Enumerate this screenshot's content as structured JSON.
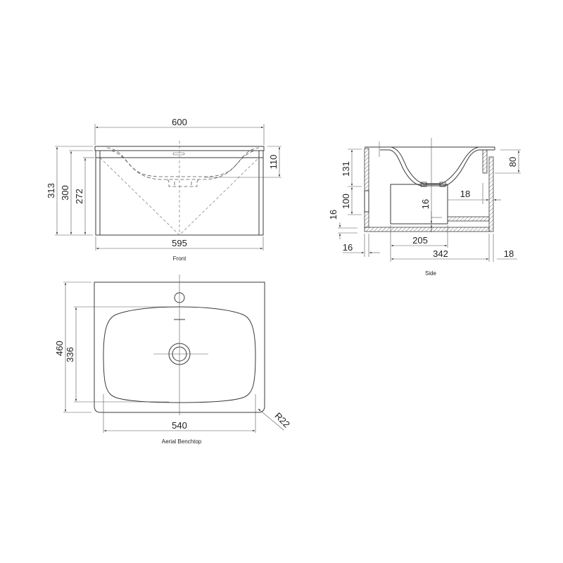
{
  "views": {
    "front": {
      "caption": "Front",
      "dims": {
        "overall_width": "600",
        "cabinet_width": "595",
        "overall_height": "313",
        "cabinet_height": "300",
        "door_height": "272",
        "basin_depth": "110"
      }
    },
    "side": {
      "caption": "Side",
      "dims": {
        "basin_height": "131",
        "drawer_height": "100",
        "base_thickness": "16",
        "back_offset": "16",
        "drawer_depth": "205",
        "cabinet_depth": "342",
        "side_panel": "18",
        "panel_thickness": "18",
        "inner_gap": "16",
        "rail_height": "80"
      }
    },
    "aerial": {
      "caption": "Aerial Benchtop",
      "dims": {
        "benchtop_depth": "460",
        "bowl_depth": "336",
        "bowl_width": "540",
        "corner_radius": "R22"
      }
    }
  },
  "colors": {
    "line": "#3a3a3a",
    "background": "#ffffff"
  }
}
